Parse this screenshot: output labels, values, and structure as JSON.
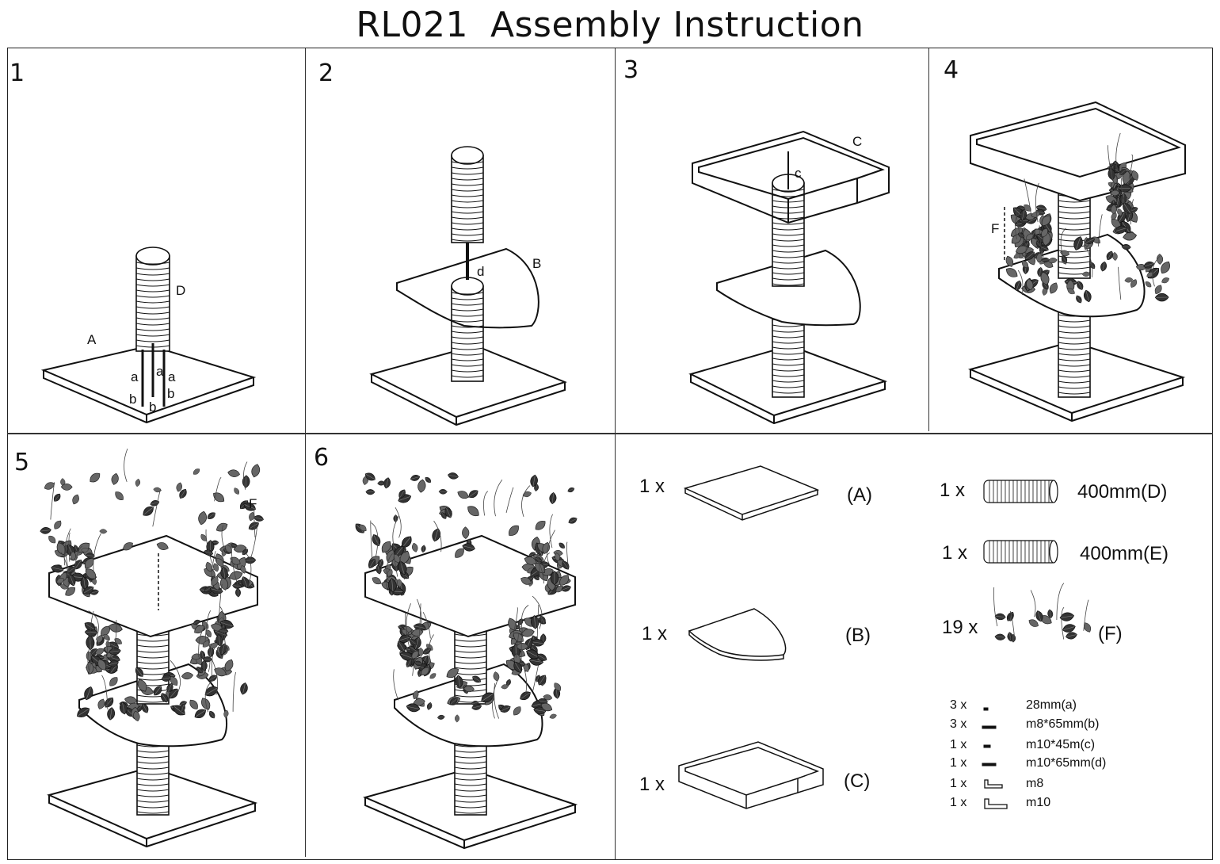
{
  "title": {
    "code": "RL021",
    "text": "Assembly Instruction"
  },
  "steps": [
    {
      "number": "1",
      "labels": {
        "A": "A",
        "D": "D",
        "a": "a",
        "b": "b"
      }
    },
    {
      "number": "2",
      "labels": {
        "B": "B",
        "d": "d"
      }
    },
    {
      "number": "3",
      "labels": {
        "C": "C",
        "c": "c"
      }
    },
    {
      "number": "4",
      "labels": {
        "F": "F"
      }
    },
    {
      "number": "5",
      "labels": {
        "F": "F"
      }
    },
    {
      "number": "6"
    }
  ],
  "parts": [
    {
      "qty": "1 x",
      "name": "(A)",
      "icon": "square-base-icon"
    },
    {
      "qty": "1 x",
      "name": "(B)",
      "icon": "quarter-shelf-icon"
    },
    {
      "qty": "1 x",
      "name": "(C)",
      "icon": "top-box-icon"
    },
    {
      "qty": "1 x",
      "name": "400mm(D)",
      "icon": "sisal-post-icon"
    },
    {
      "qty": "1 x",
      "name": "400mm(E)",
      "icon": "sisal-post-icon"
    },
    {
      "qty": "19 x",
      "name": "(F)",
      "icon": "leaf-vine-icon"
    }
  ],
  "hardware": [
    {
      "qty": "3 x",
      "name": "28mm(a)",
      "icon": "short-dowel-icon"
    },
    {
      "qty": "3 x",
      "name": "m8*65mm(b)",
      "icon": "bolt-icon"
    },
    {
      "qty": "1 x",
      "name": "m10*45m(c)",
      "icon": "short-bolt-icon"
    },
    {
      "qty": "1 x",
      "name": "m10*65mm(d)",
      "icon": "bolt-icon"
    },
    {
      "qty": "1 x",
      "name": "m8",
      "icon": "allen-key-icon"
    },
    {
      "qty": "1 x",
      "name": "m10",
      "icon": "allen-key-icon"
    }
  ]
}
